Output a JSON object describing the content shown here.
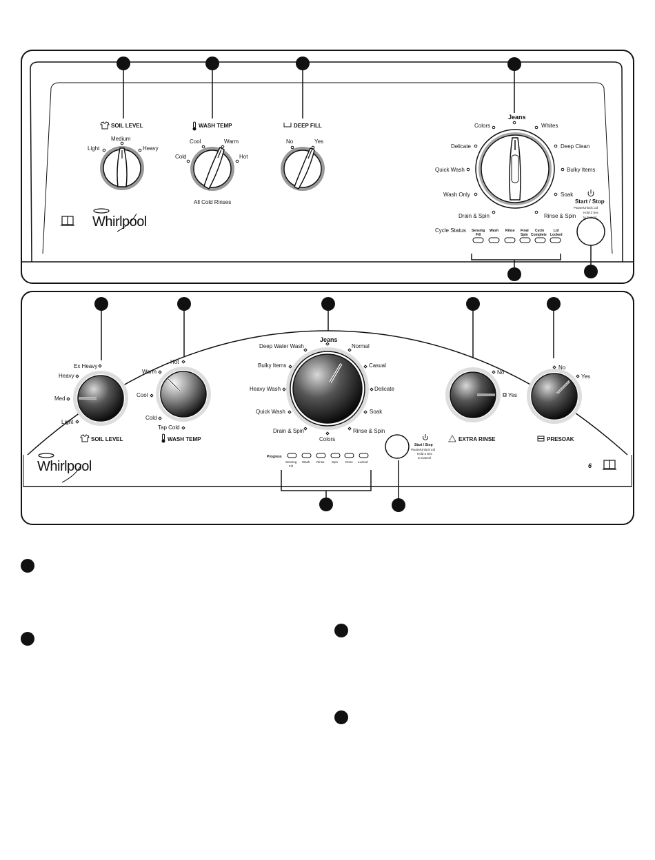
{
  "top_panel": {
    "soil_level": {
      "title": "SOIL LEVEL",
      "light": "Light",
      "medium": "Medium",
      "heavy": "Heavy"
    },
    "wash_temp": {
      "title": "WASH TEMP",
      "cold": "Cold",
      "cool": "Cool",
      "warm": "Warm",
      "hot": "Hot",
      "note": "All Cold Rinses"
    },
    "deep_fill": {
      "title": "DEEP FILL",
      "no": "No",
      "yes": "Yes"
    },
    "cycle": {
      "top": "Jeans",
      "left": [
        "Colors",
        "Delicate",
        "Quick Wash",
        "Wash Only",
        "Drain & Spin"
      ],
      "right": [
        "Whites",
        "Deep Clean",
        "Bulky Items",
        "Soak",
        "Rinse & Spin"
      ]
    },
    "start_stop": {
      "title": "Start / Stop",
      "line1": "Pause/Unlock Lid",
      "line2": "Hold 3 Sec",
      "line3": "to Cancel"
    },
    "cycle_status": {
      "label": "Cycle Status",
      "items": [
        {
          "l1": "Sensing",
          "l2": "Fill"
        },
        {
          "l1": "Wash",
          "l2": ""
        },
        {
          "l1": "Rinse",
          "l2": ""
        },
        {
          "l1": "Final",
          "l2": "Spin"
        },
        {
          "l1": "Cycle",
          "l2": "Complete"
        },
        {
          "l1": "Lid",
          "l2": "Locked"
        }
      ]
    },
    "brand": "Whirlpool"
  },
  "bottom_panel": {
    "soil_level": {
      "title": "SOIL LEVEL",
      "ex_heavy": "Ex Heavy",
      "heavy": "Heavy",
      "med": "Med",
      "light": "Light"
    },
    "wash_temp": {
      "title": "WASH TEMP",
      "hot": "Hot",
      "warm": "Warm",
      "cool": "Cool",
      "cold": "Cold",
      "tap_cold": "Tap Cold"
    },
    "cycle": {
      "top": "Jeans",
      "bottom": "Colors",
      "left": [
        "Deep Water Wash",
        "Bulky Items",
        "Heavy Wash",
        "Quick Wash",
        "Drain & Spin"
      ],
      "right": [
        "Normal",
        "Casual",
        "Delicate",
        "Soak",
        "Rinse & Spin"
      ]
    },
    "extra_rinse": {
      "title": "EXTRA RINSE",
      "no": "No",
      "yes": "Yes"
    },
    "presoak": {
      "title": "PRESOAK",
      "no": "No",
      "yes": "Yes"
    },
    "start_stop": {
      "title": "Start / Stop",
      "line1": "Pause/Unlock Lid",
      "line2": "Hold 3 Sec",
      "line3": "to Cancel"
    },
    "progress": {
      "label": "Progress",
      "items": [
        {
          "l1": "Sensing",
          "l2": "Fill"
        },
        {
          "l1": "Wash",
          "l2": ""
        },
        {
          "l1": "Rinse",
          "l2": ""
        },
        {
          "l1": "Spin",
          "l2": ""
        },
        {
          "l1": "Done",
          "l2": ""
        },
        {
          "l1": "Locked",
          "l2": ""
        }
      ]
    },
    "sense_numeral": "6",
    "brand": "Whirlpool"
  }
}
